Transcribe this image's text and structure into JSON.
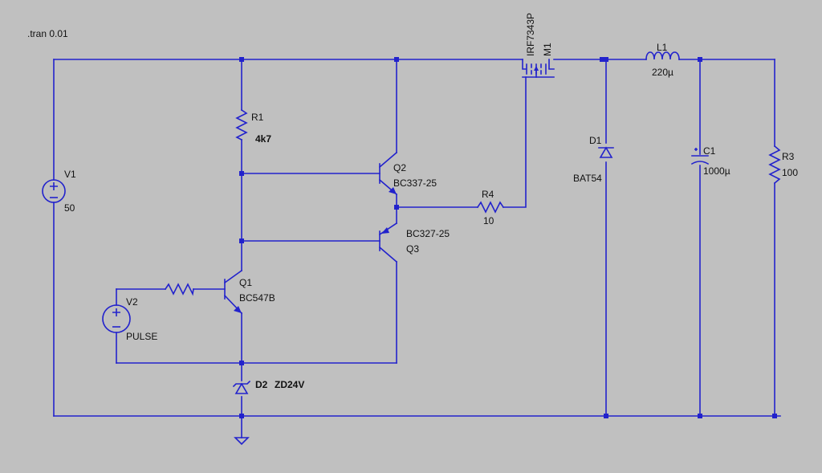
{
  "directive": ".tran 0.01",
  "colors": {
    "background": "#c0c0c0",
    "wire": "#2222cc",
    "text": "#111111"
  },
  "components": {
    "V1": {
      "name": "V1",
      "value": "50"
    },
    "V2": {
      "name": "V2",
      "value": "PULSE"
    },
    "R1": {
      "name": "R1",
      "value": "4k7"
    },
    "R3": {
      "name": "R3",
      "value": "100"
    },
    "R4": {
      "name": "R4",
      "value": "10"
    },
    "Q1": {
      "name": "Q1",
      "value": "BC547B"
    },
    "Q2": {
      "name": "Q2",
      "value": "BC337-25"
    },
    "Q3": {
      "name": "Q3",
      "value": "BC327-25"
    },
    "M1": {
      "name": "M1",
      "value": "IRF7343P"
    },
    "D1": {
      "name": "D1",
      "value": "BAT54"
    },
    "D2": {
      "name": "D2",
      "value": "ZD24V"
    },
    "L1": {
      "name": "L1",
      "value": "220µ"
    },
    "C1": {
      "name": "C1",
      "value": "1000µ"
    }
  }
}
